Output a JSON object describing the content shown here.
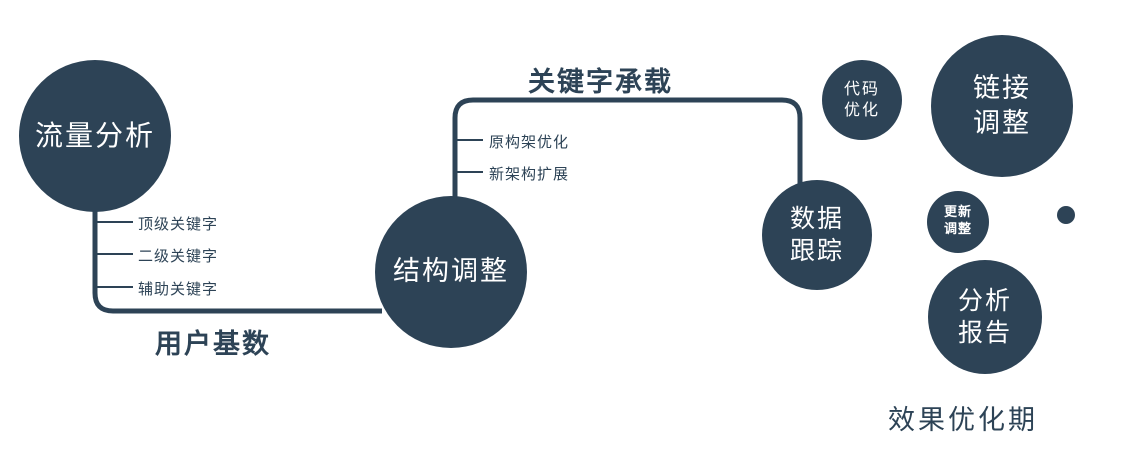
{
  "colors": {
    "primary": "#2d4356",
    "background": "#ffffff"
  },
  "nodes": {
    "traffic_analysis": {
      "label": "流量分析"
    },
    "structure_adjustment": {
      "label": "结构调整"
    },
    "data_tracking": {
      "line1": "数据",
      "line2": "跟踪"
    },
    "code_optimization": {
      "line1": "代码",
      "line2": "优化"
    },
    "link_adjustment": {
      "line1": "链接",
      "line2": "调整"
    },
    "update_adjustment": {
      "line1": "更新",
      "line2": "调整"
    },
    "analysis_report": {
      "line1": "分析",
      "line2": "报告"
    }
  },
  "flow_labels": {
    "user_base": "用户基数",
    "keyword_carrying": "关键字承载"
  },
  "keyword_branches": {
    "items": [
      "顶级关键字",
      "二级关键字",
      "辅助关键字"
    ]
  },
  "architecture_branches": {
    "items": [
      "原构架优化",
      "新架构扩展"
    ]
  },
  "footer": {
    "phase_label": "效果优化期"
  }
}
